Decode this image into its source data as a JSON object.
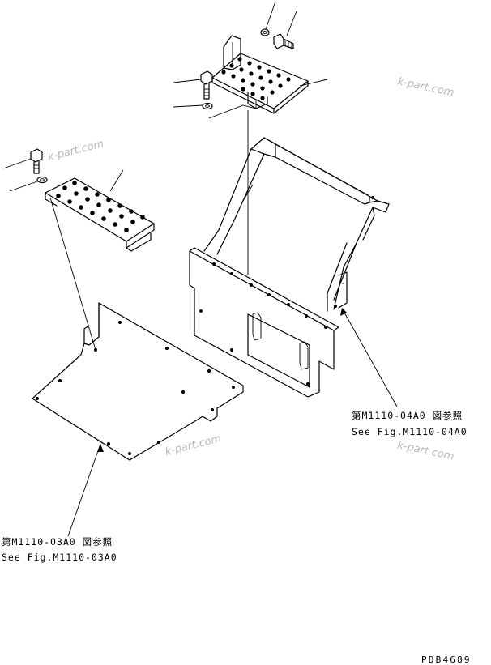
{
  "diagram": {
    "watermark": "k-part.com",
    "ref_right": {
      "line1": "第M1110-04A0 図参照",
      "line2": "See Fig.M1110-04A0"
    },
    "ref_left": {
      "line1": "第M1110-03A0 図参照",
      "line2": "See Fig.M1110-03A0"
    },
    "drawing_code": "PDB4689"
  }
}
